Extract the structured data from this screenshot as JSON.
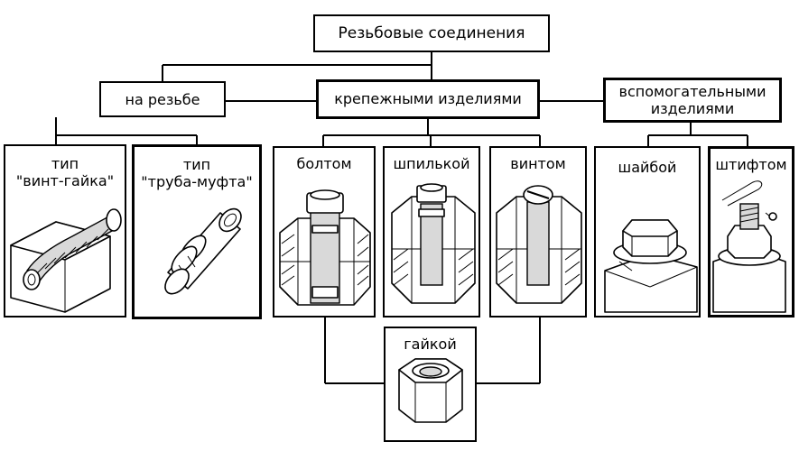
{
  "diagram": {
    "root": {
      "label": "Резьбовые соединения"
    },
    "branches": [
      {
        "id": "on-thread",
        "label": "на резьбе"
      },
      {
        "id": "fasteners",
        "label": "крепежными изделиями"
      },
      {
        "id": "auxiliary",
        "label": "вспомогательными\nизделиями"
      }
    ],
    "leaves": [
      {
        "id": "screw-nut",
        "label": "тип\n\"винт-гайка\"",
        "icon": "screw-nut-joint-icon"
      },
      {
        "id": "pipe-coupling",
        "label": "тип\n\"труба-муфта\"",
        "icon": "pipe-coupling-icon"
      },
      {
        "id": "bolt",
        "label": "болтом",
        "icon": "bolt-joint-icon"
      },
      {
        "id": "stud",
        "label": "шпилькой",
        "icon": "stud-joint-icon"
      },
      {
        "id": "screw",
        "label": "винтом",
        "icon": "screw-joint-icon"
      },
      {
        "id": "washer",
        "label": "шайбой",
        "icon": "washer-joint-icon"
      },
      {
        "id": "pin",
        "label": "штифтом",
        "icon": "cotter-pin-joint-icon"
      },
      {
        "id": "nut",
        "label": "гайкой",
        "icon": "hex-nut-icon"
      }
    ]
  }
}
